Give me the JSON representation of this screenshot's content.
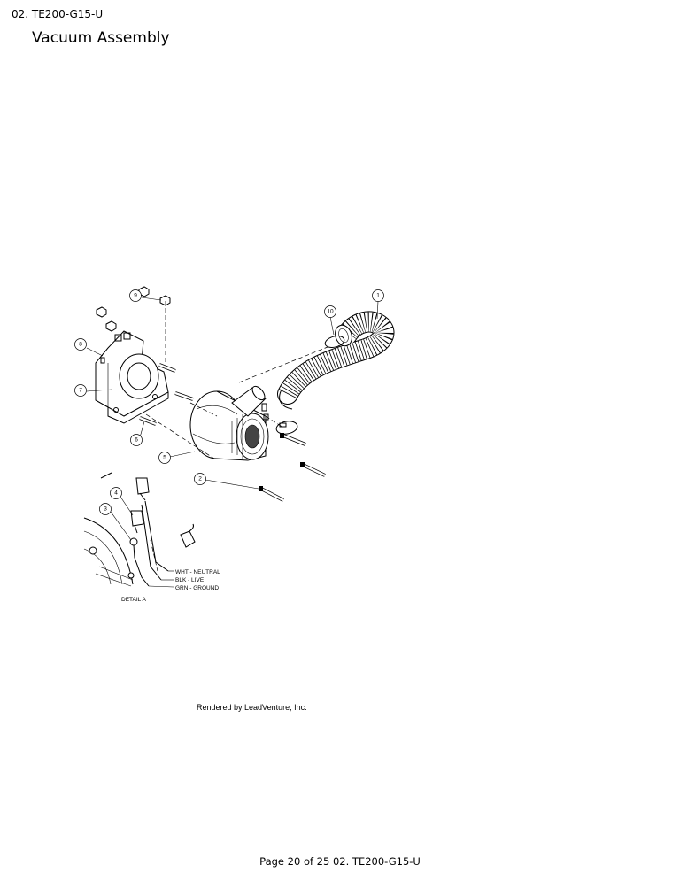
{
  "header": {
    "code": "02. TE200-G15-U",
    "title": "Vacuum Assembly"
  },
  "diagram": {
    "callouts": [
      "1",
      "2",
      "3",
      "4",
      "5",
      "6",
      "7",
      "8",
      "9",
      "10"
    ],
    "wire_labels": [
      "WHT - NEUTRAL",
      "BLK - LIVE",
      "GRN - GROUND"
    ],
    "detail_label": "DETAIL A",
    "credit": "Rendered by LeadVenture, Inc."
  },
  "footer": {
    "page": "Page 20 of 25 02. TE200-G15-U"
  }
}
